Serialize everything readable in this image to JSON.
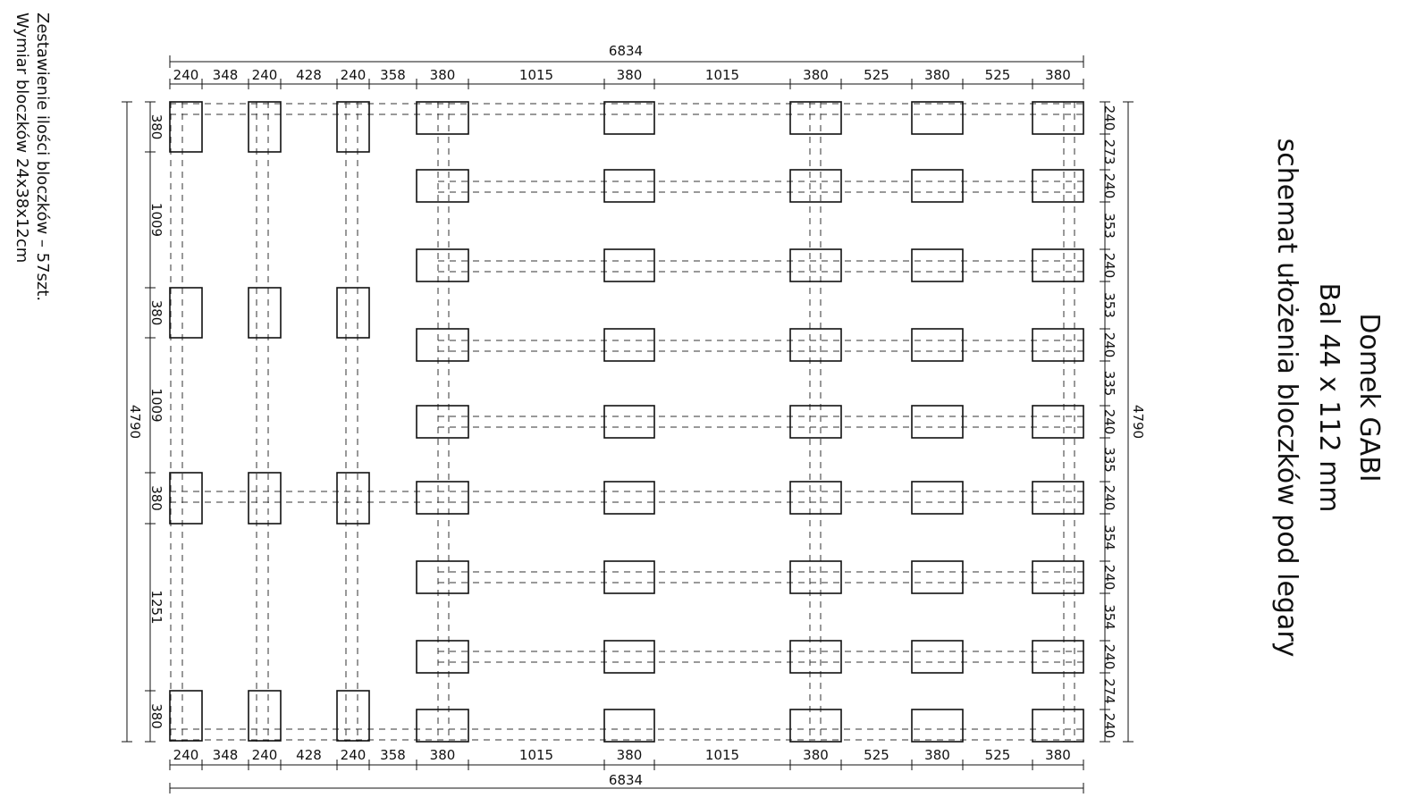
{
  "notes": {
    "line1": "Zestawienie ilości bloczków  –  57szt.",
    "line2": "Wymiar bloczków  24x38x12cm"
  },
  "title": {
    "line1": "Domek  GABI",
    "line2": "Bal 44 x 112 mm",
    "line3": "schemat ułożenia bloczków pod legary"
  },
  "dimensions": {
    "overall_width": "6834",
    "overall_depth": "4790",
    "horizontal_segments": [
      "240",
      "348",
      "240",
      "428",
      "240",
      "358",
      "380",
      "1015",
      "380",
      "1015",
      "380",
      "525",
      "380",
      "525",
      "380"
    ],
    "left_vertical_segments": [
      "380",
      "1009",
      "380",
      "1009",
      "380",
      "1251",
      "380"
    ],
    "right_vertical_segments": [
      "240",
      "273",
      "240",
      "353",
      "240",
      "353",
      "240",
      "335",
      "240",
      "335",
      "240",
      "354",
      "240",
      "354",
      "240",
      "274",
      "240"
    ]
  },
  "colors": {
    "line": "#111111",
    "dash": "#333333"
  }
}
